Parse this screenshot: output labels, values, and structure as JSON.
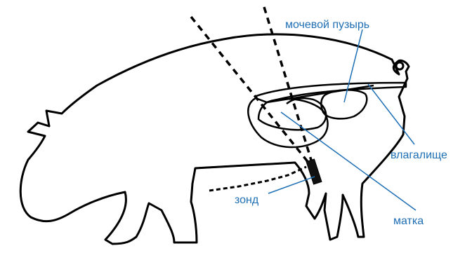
{
  "labels": {
    "bladder": "мочевой пузырь",
    "vagina": "влагалище",
    "probe": "зонд",
    "uterus": "матка"
  },
  "colors": {
    "outline": "#000000",
    "label_text": "#1f6fb5",
    "leader_line": "#1f6fb5",
    "background": "#ffffff"
  }
}
